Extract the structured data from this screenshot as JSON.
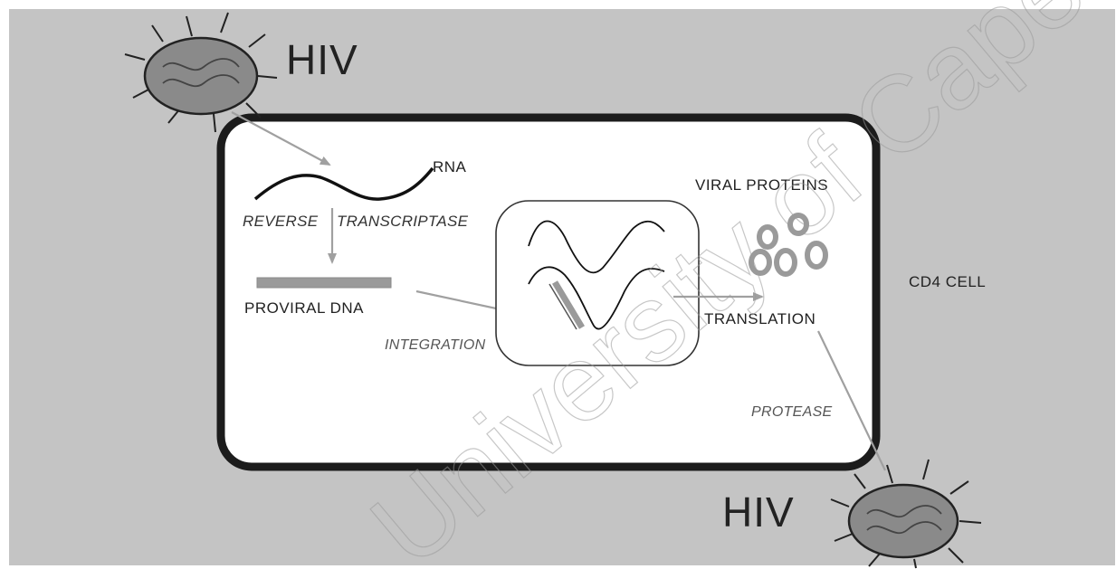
{
  "labels": {
    "hiv_top": "HIV",
    "hiv_bottom": "HIV",
    "rna": "RNA",
    "reverse": "REVERSE",
    "transcriptase": "TRANSCRIPTASE",
    "proviral_dna": "PROVIRAL DNA",
    "integration": "INTEGRATION",
    "viral_proteins": "VIRAL PROTEINS",
    "translation": "TRANSLATION",
    "protease": "PROTEASE",
    "cd4_cell": "CD4 CELL"
  },
  "watermark": "University of Cape Town",
  "colors": {
    "background": "#c4c4c4",
    "cell_border": "#1c1c1c",
    "virus_fill": "#8a8a8a",
    "arrow": "#a0a0a0",
    "dna_bar": "#9a9a9a"
  }
}
